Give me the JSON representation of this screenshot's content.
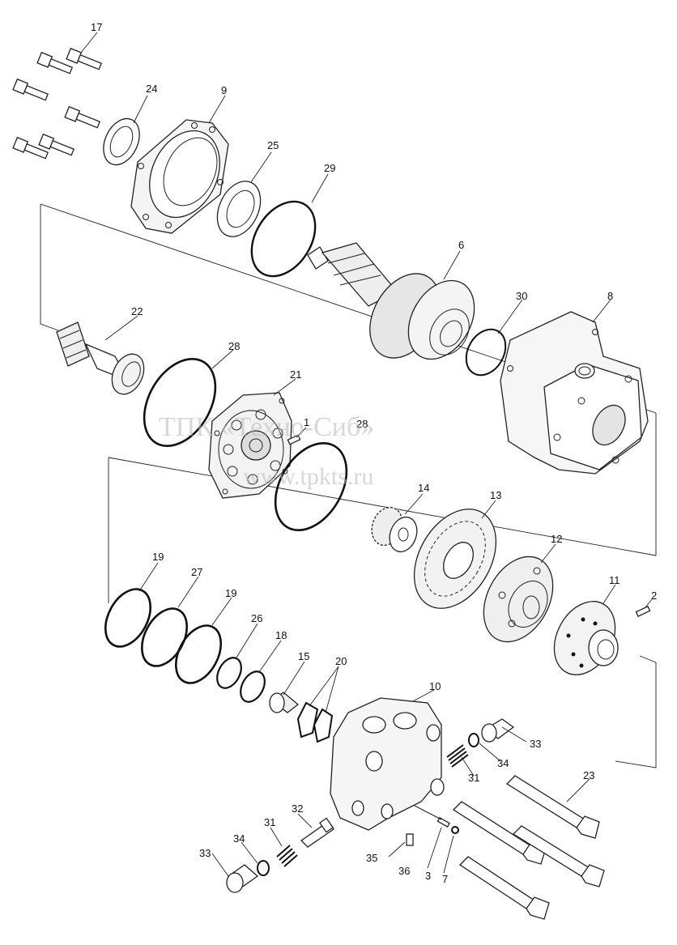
{
  "watermark": {
    "line1": "ТПК «Техно-Сиб»",
    "line2": "www.tpkts.ru"
  },
  "callouts": {
    "c1": "1",
    "c2": "2",
    "c3": "3",
    "c6": "6",
    "c7": "7",
    "c8": "8",
    "c9": "9",
    "c10": "10",
    "c11": "11",
    "c12": "12",
    "c13": "13",
    "c14": "14",
    "c15": "15",
    "c17": "17",
    "c18": "18",
    "c19a": "19",
    "c19b": "19",
    "c20": "20",
    "c21": "21",
    "c22": "22",
    "c23": "23",
    "c24": "24",
    "c25": "25",
    "c26": "26",
    "c27": "27",
    "c28a": "28",
    "c28b": "28",
    "c29": "29",
    "c30": "30",
    "c31a": "31",
    "c31b": "31",
    "c32": "32",
    "c33a": "33",
    "c33b": "33",
    "c34a": "34",
    "c34b": "34",
    "c35": "35",
    "c36": "36"
  }
}
